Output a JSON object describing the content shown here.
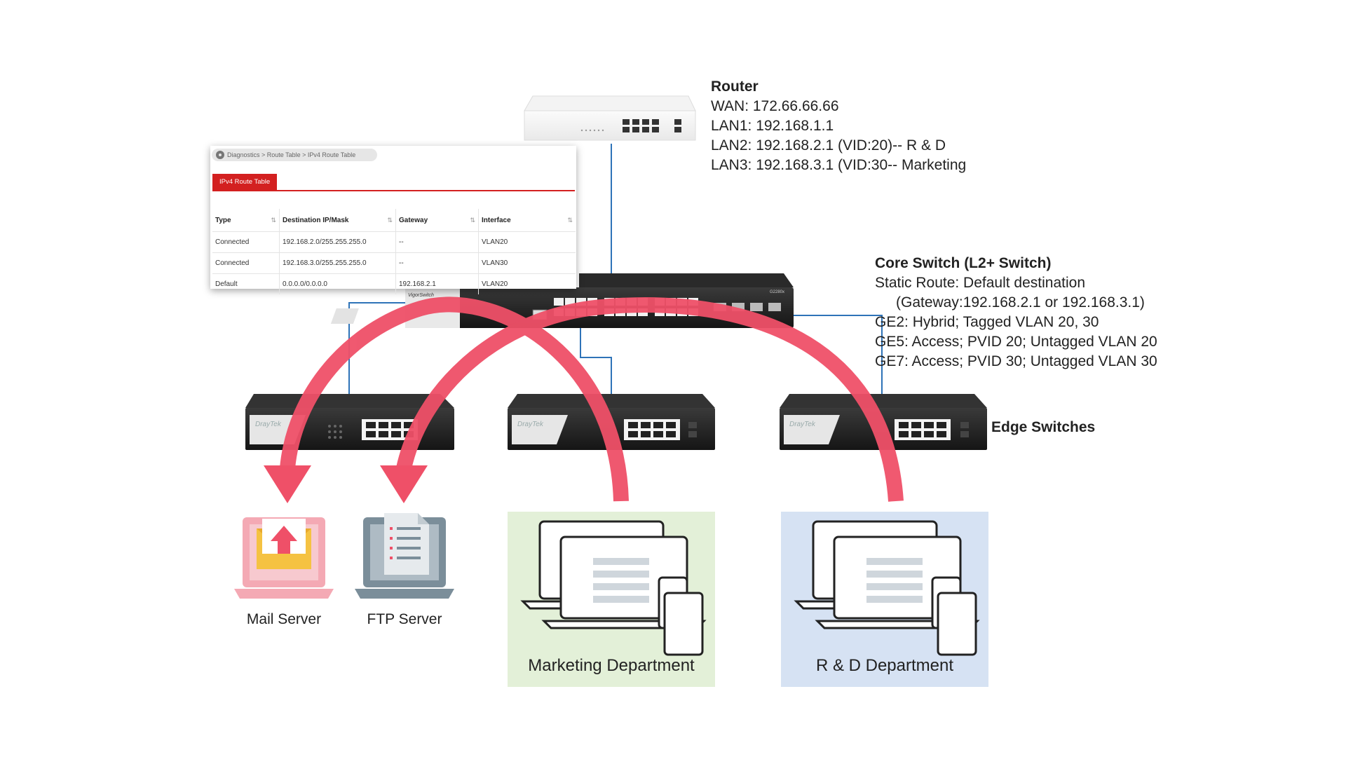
{
  "router": {
    "title": "Router",
    "lines": [
      "WAN: 172.66.66.66",
      "LAN1: 192.168.1.1",
      "LAN2: 192.168.2.1 (VID:20)-- R & D",
      "LAN3: 192.168.3.1 (VID:30-- Marketing"
    ]
  },
  "core_switch": {
    "title": "Core Switch (L2+ Switch)",
    "lines": [
      "Static Route: Default destination",
      "(Gateway:192.168.2.1 or 192.168.3.1)",
      "GE2: Hybrid; Tagged VLAN 20, 30",
      "GE5: Access; PVID 20; Untagged VLAN 20",
      "GE7: Access; PVID 30; Untagged VLAN 30"
    ],
    "device_brand": "VigorSwitch",
    "device_model": "G2280x"
  },
  "route_table": {
    "breadcrumb": "Diagnostics > Route Table  > IPv4 Route Table",
    "tab": "IPv4 Route Table",
    "columns": [
      "Type",
      "Destination IP/Mask",
      "Gateway",
      "Interface"
    ],
    "rows": [
      [
        "Connected",
        "192.168.2.0/255.255.255.0",
        "--",
        "VLAN20"
      ],
      [
        "Connected",
        "192.168.3.0/255.255.255.0",
        "--",
        "VLAN30"
      ],
      [
        "Default",
        "0.0.0.0/0.0.0.0",
        "192.168.2.1",
        "VLAN20"
      ]
    ]
  },
  "edge_switches": {
    "label": "Edge Switches",
    "brand": "DrayTek"
  },
  "servers": {
    "mail": "Mail Server",
    "ftp": "FTP Server"
  },
  "departments": {
    "marketing": "Marketing Department",
    "rd": "R & D Department"
  },
  "colors": {
    "arrow": "#ef5068",
    "link": "#2e73b8",
    "marketing_bg": "#e3f0d8",
    "rd_bg": "#d6e2f3",
    "mail": "#f4a9b4",
    "ftp": "#7b8e9a",
    "accent_red": "#d32020"
  }
}
